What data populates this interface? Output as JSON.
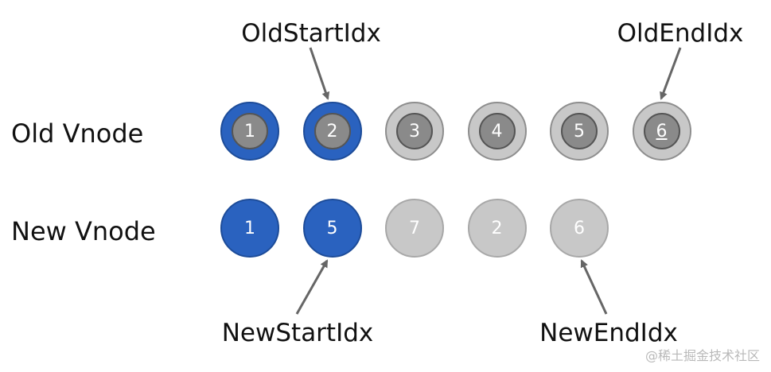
{
  "rows": {
    "old_label": "Old Vnode",
    "new_label": "New Vnode"
  },
  "pointers": {
    "old_start": "OldStartIdx",
    "old_end": "OldEndIdx",
    "new_start": "NewStartIdx",
    "new_end": "NewEndIdx"
  },
  "old_nodes": [
    {
      "value": "1",
      "state": "active"
    },
    {
      "value": "2",
      "state": "active"
    },
    {
      "value": "3",
      "state": "idle"
    },
    {
      "value": "4",
      "state": "idle"
    },
    {
      "value": "5",
      "state": "idle"
    },
    {
      "value": "6",
      "state": "idle",
      "underline": true
    }
  ],
  "new_nodes": [
    {
      "value": "1",
      "state": "active"
    },
    {
      "value": "5",
      "state": "active"
    },
    {
      "value": "7",
      "state": "idle"
    },
    {
      "value": "2",
      "state": "idle"
    },
    {
      "value": "6",
      "state": "idle"
    }
  ],
  "watermark": "@稀土掘金技术社区",
  "colors": {
    "active": "#2a62bf",
    "idle": "#c8c8c8",
    "inner": "#8a8a8a",
    "arrow": "#666666"
  }
}
